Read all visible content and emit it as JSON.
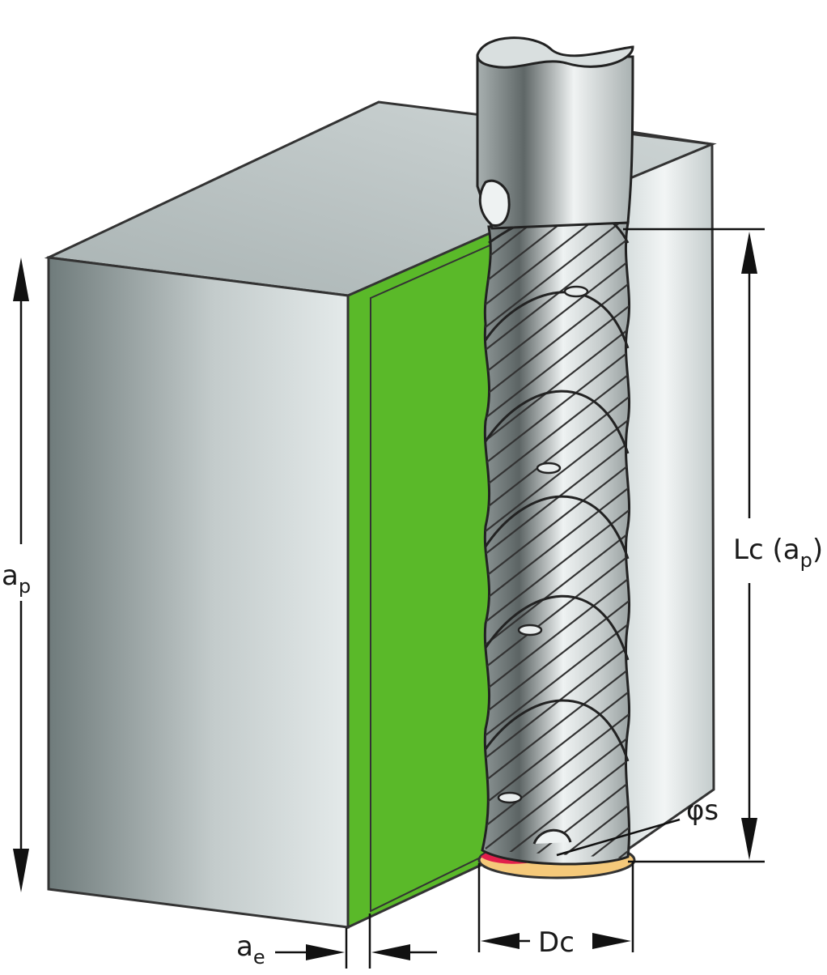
{
  "labels": {
    "ap_left": {
      "main": "a",
      "sub": "p"
    },
    "ae": {
      "main": "a",
      "sub": "e"
    },
    "dc": {
      "main": "D",
      "sub": "c"
    },
    "lc": {
      "main": "L",
      "sub": "c",
      "paren_open": " (a",
      "paren_sub": "p",
      "paren_close": ")"
    },
    "phi_s": "φs"
  },
  "colors": {
    "block_front_dark": "#6f7b7b",
    "block_front_light": "#dfe6e6",
    "block_top": "#b9c3c3",
    "engaged_face": "#5ab929",
    "tool_dark": "#5c6464",
    "tool_light": "#eef2f2",
    "bottom_yellow": "#f5c97a",
    "bottom_red": "#e2204c",
    "line": "#222222"
  },
  "icons": {
    "dimension_arrow": "arrow-head"
  }
}
